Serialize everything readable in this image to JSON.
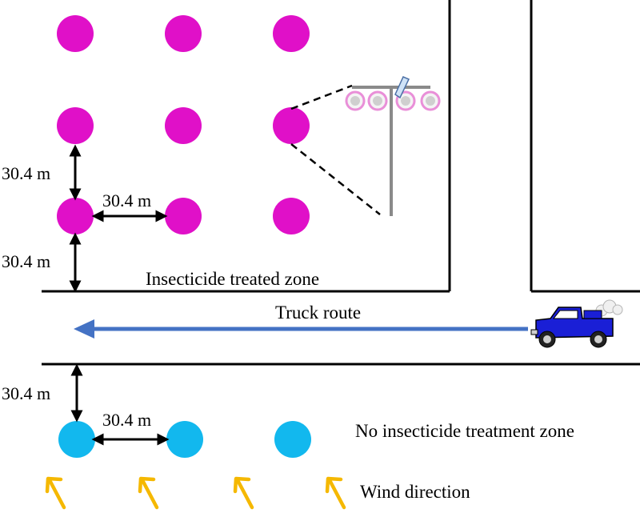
{
  "labels": {
    "treated_zone": "Insecticide treated zone",
    "truck_route": "Truck route",
    "untreated_zone": "No insecticide treatment zone",
    "wind_direction": "Wind direction"
  },
  "distances": {
    "treated_vertical_top": "30.4 m",
    "treated_horizontal": "30.4 m",
    "treated_vertical_bottom": "30.4 m",
    "untreated_vertical": "30.4 m",
    "untreated_horizontal": "30.4 m"
  },
  "colors": {
    "treated_trap": "#e010c8",
    "untreated_trap": "#12b8ee",
    "truck_route_arrow": "#4472c4",
    "truck_body": "#1a1fd6",
    "wind_arrow": "#f5b800",
    "road_line": "#000000"
  },
  "icons": {
    "truck": "pickup-truck-icon",
    "trap_pole": "trap-pole-icon",
    "wind": "wind-arrow-icon"
  }
}
